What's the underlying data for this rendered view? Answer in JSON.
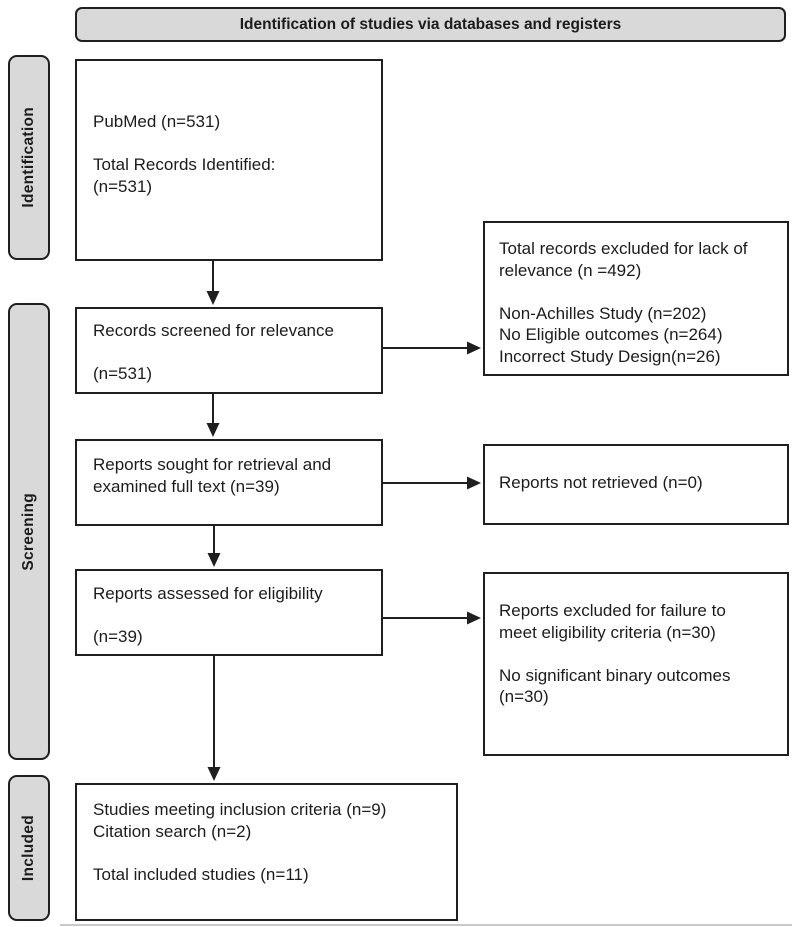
{
  "header": {
    "title": "Identification of studies via databases and registers"
  },
  "sidebars": {
    "identification": "Identification",
    "screening": "Screening",
    "included": "Included"
  },
  "flow": {
    "identified": "PubMed (n=531)\n\nTotal Records Identified:\n(n=531)",
    "screened": "Records screened for relevance\n\n(n=531)",
    "sought": "Reports sought for retrieval and\nexamined full text (n=39)",
    "assessed": "Reports assessed for eligibility\n\n(n=39)",
    "included_studies": "Studies meeting inclusion criteria (n=9)\nCitation search (n=2)\n\nTotal included studies (n=11)",
    "excluded_relevance": "Total records excluded for lack of\nrelevance (n =492)\n\nNon-Achilles Study (n=202)\nNo Eligible outcomes (n=264)\nIncorrect Study Design(n=26)",
    "not_retrieved": "Reports not retrieved (n=0)",
    "excluded_eligibility": "Reports excluded for failure to\nmeet eligibility criteria (n=30)\n\nNo significant binary outcomes\n(n=30)"
  },
  "colors": {
    "band_fill": "#d9d9d9",
    "line": "#1f1f1f",
    "background": "#ffffff"
  }
}
